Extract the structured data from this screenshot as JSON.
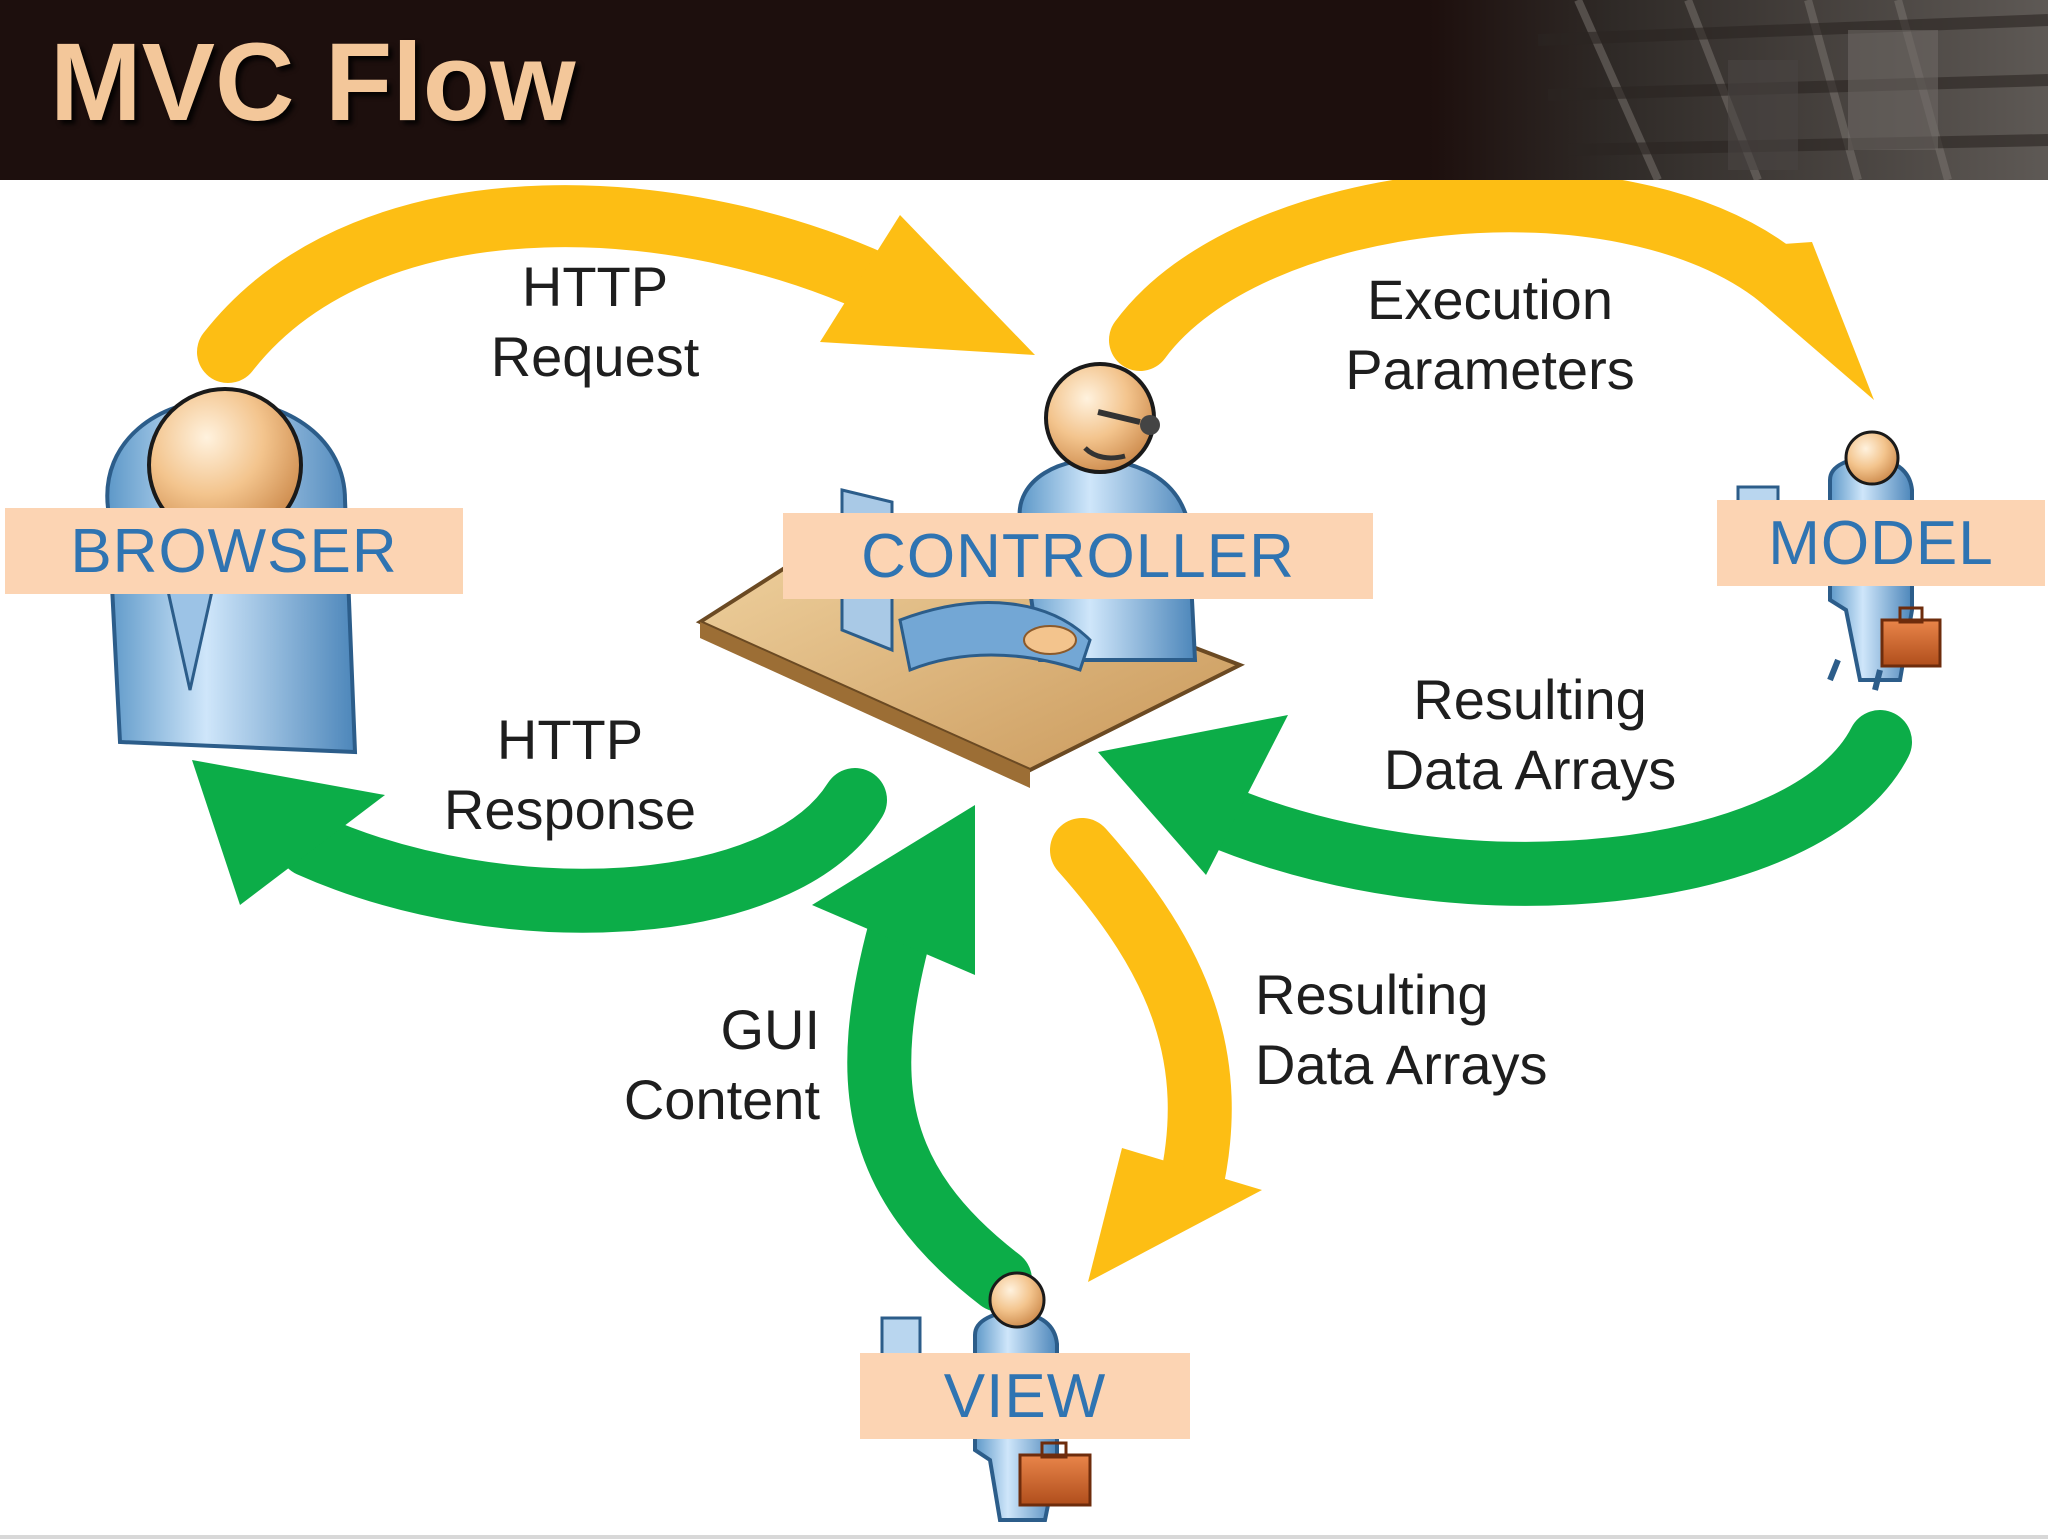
{
  "slide": {
    "title": "MVC Flow"
  },
  "actors": {
    "browser": "BROWSER",
    "controller": "CONTROLLER",
    "model": "MODEL",
    "view": "VIEW"
  },
  "flows": {
    "http_request": {
      "line1": "HTTP",
      "line2": "Request",
      "color": "#fdbe14"
    },
    "execution_parameters": {
      "line1": "Execution",
      "line2": "Parameters",
      "color": "#fdbe14"
    },
    "model_results": {
      "line1": "Resulting",
      "line2": "Data Arrays",
      "color": "#0cad48"
    },
    "http_response": {
      "line1": "HTTP",
      "line2": "Response",
      "color": "#0cad48"
    },
    "gui_content": {
      "line1": "GUI",
      "line2": "Content",
      "color": "#0cad48"
    },
    "view_results": {
      "line1": "Resulting",
      "line2": "Data Arrays",
      "color": "#fdbe14"
    }
  },
  "icons": [
    "person-icon",
    "operator-desk-icon",
    "worker-with-briefcase-icon"
  ]
}
